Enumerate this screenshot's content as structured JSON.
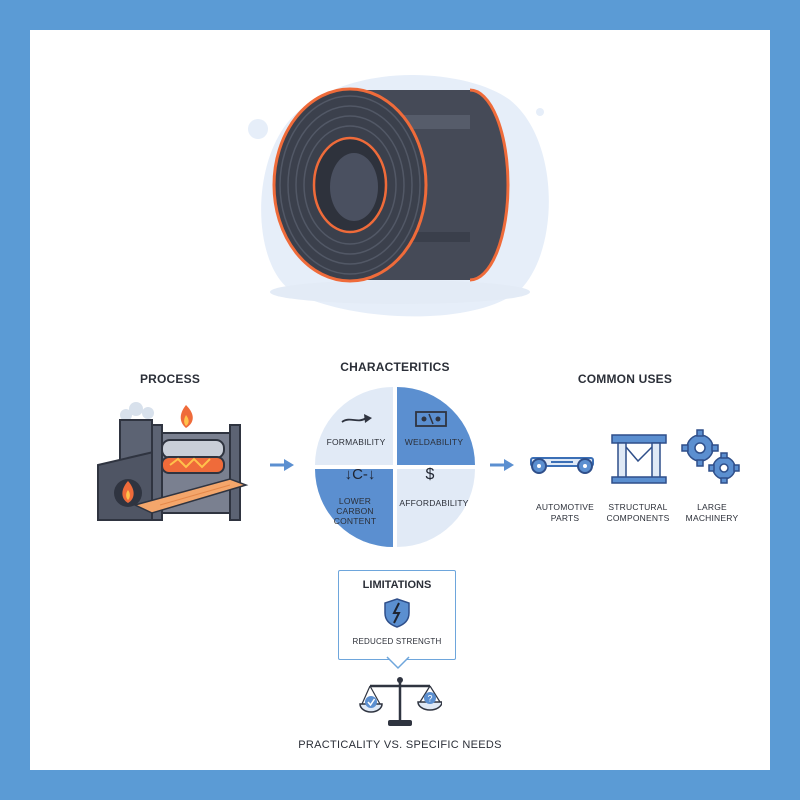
{
  "process": {
    "heading": "PROCESS"
  },
  "characteristics": {
    "heading": "CHARACTERITICS",
    "quadrants": [
      {
        "label": "FORMABILITY",
        "icon": "arrow-bend-icon"
      },
      {
        "label": "WELDABILITY",
        "icon": "weld-plate-icon"
      },
      {
        "label": "LOWER CARBON CONTENT",
        "icon_text": "↓C-↓",
        "icon": "carbon-down-icon"
      },
      {
        "label": "AFFORDABILITY",
        "icon_text": "$",
        "icon": "dollar-icon"
      }
    ]
  },
  "uses": {
    "heading": "COMMON USES",
    "items": [
      {
        "label": "AUTOMOTIVE PARTS",
        "icon": "car-chassis-icon"
      },
      {
        "label": "STRUCTURAL COMPONENTS",
        "icon": "beam-frame-icon"
      },
      {
        "label": "LARGE MACHINERY",
        "icon": "gears-icon"
      }
    ]
  },
  "limitations": {
    "heading": "LIMITATIONS",
    "text": "REDUCED STRENGTH",
    "icon": "broken-shield-icon"
  },
  "footer": {
    "caption": "PRACTICALITY VS. SPECIFIC NEEDS",
    "icon": "balance-scale-icon"
  },
  "colors": {
    "background": "#5b9bd5",
    "steel": "#3d4250",
    "accent_orange": "#ef6b3a",
    "accent_blue": "#5b8fd0",
    "light_blue": "#dfe9f6"
  }
}
